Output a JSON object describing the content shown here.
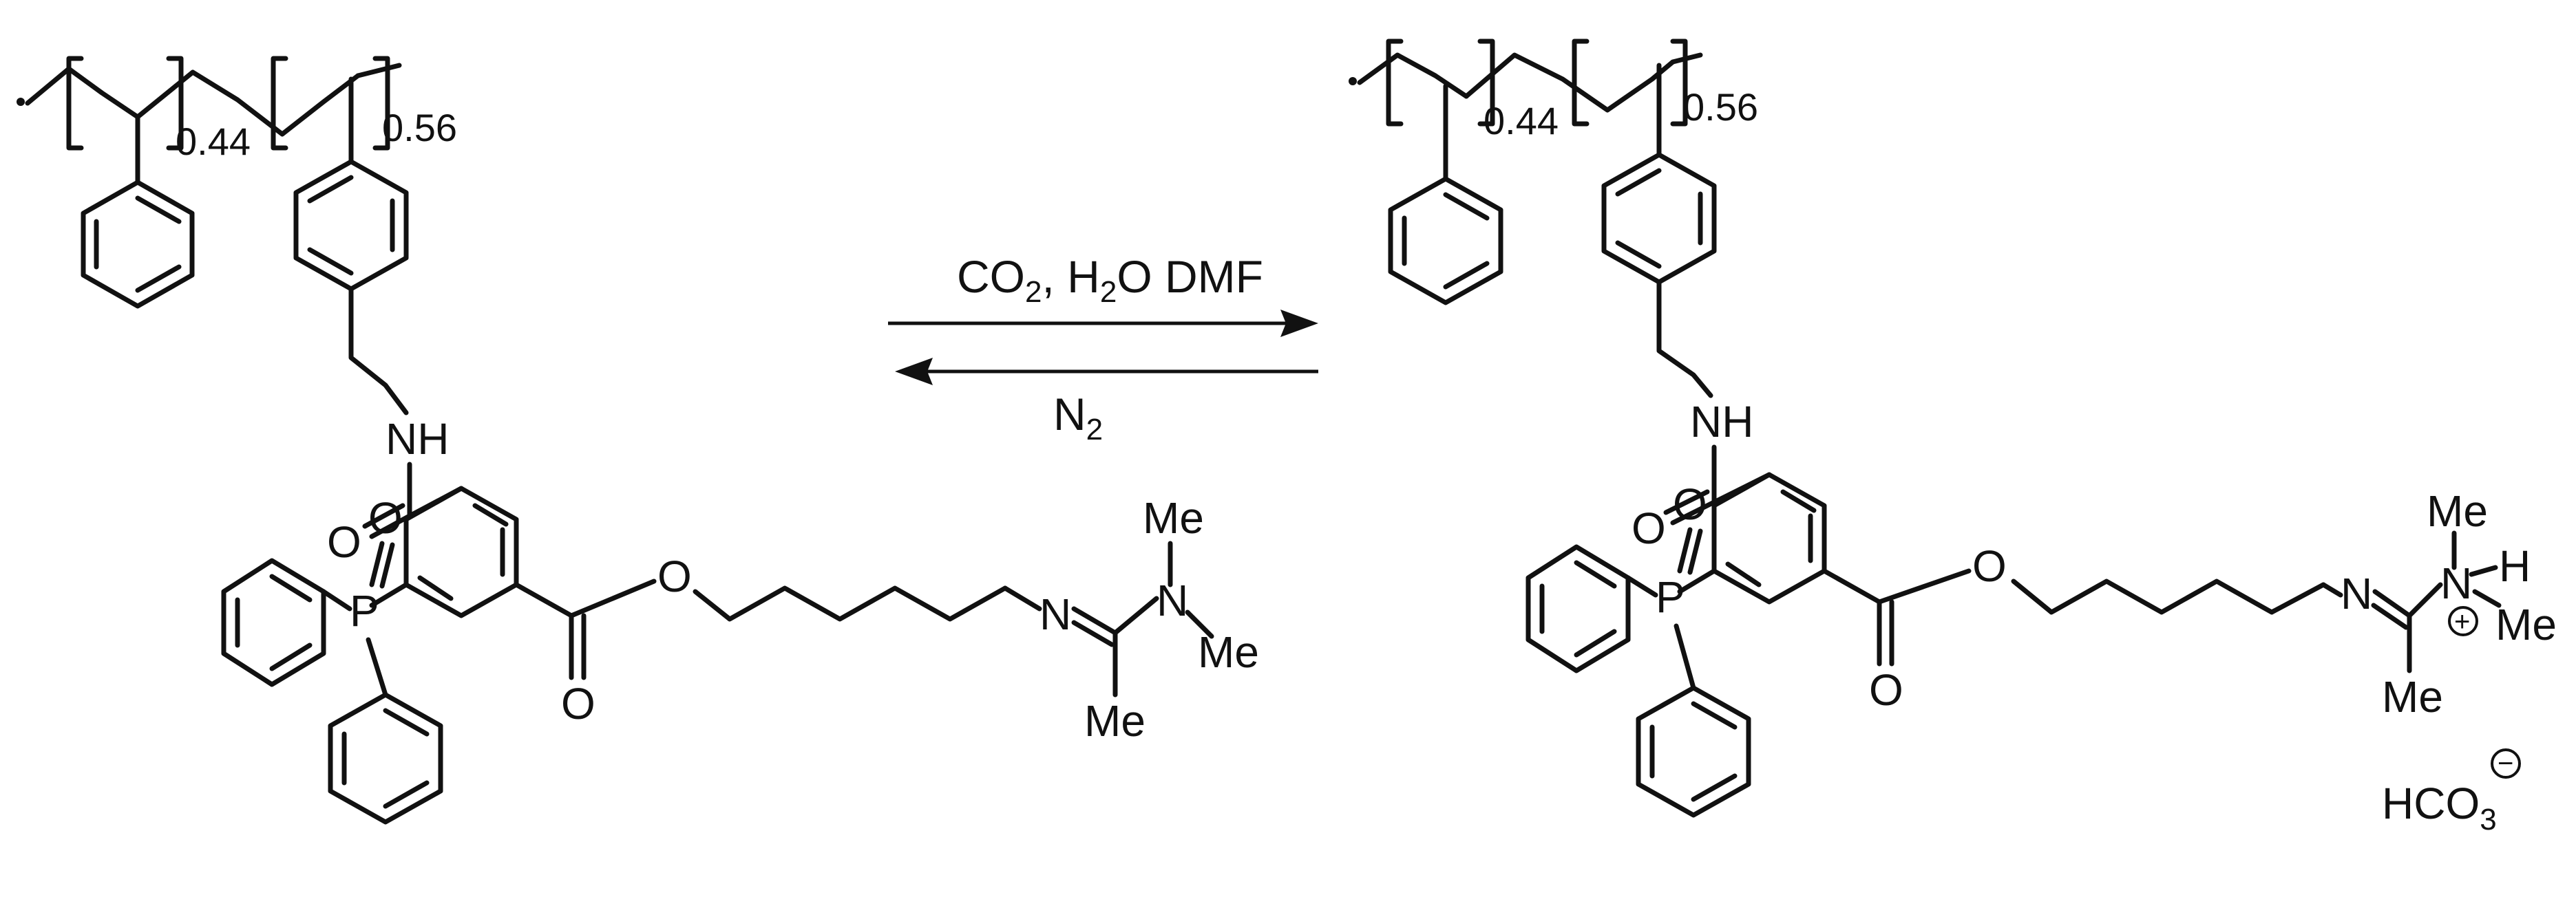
{
  "reactant": {
    "x1": "0.44",
    "x2": "0.56",
    "nh": "NH",
    "o_amide": "O",
    "o_phos": "O",
    "p": "P",
    "o_ester_c": "O",
    "o_ester_l": "O",
    "n_imine": "N",
    "n_amine": "N",
    "me_top": "Me",
    "me_right": "Me",
    "me_bottom": "Me"
  },
  "conditions": {
    "forward_main": "CO",
    "forward_sub": "2",
    "forward_mid": ", H",
    "forward_sub2": "2",
    "forward_end": "O DMF",
    "reverse_main": "N",
    "reverse_sub": "2"
  },
  "product": {
    "x1": "0.44",
    "x2": "0.56",
    "nh": "NH",
    "o_amide": "O",
    "o_phos": "O",
    "p": "P",
    "o_ester_c": "O",
    "o_ester_l": "O",
    "n_imine": "N",
    "n_amine": "N",
    "h": "H",
    "me_top": "Me",
    "me_right": "Me",
    "me_bottom": "Me",
    "plus": "+",
    "counterion_main": "HCO",
    "counterion_sub": "3",
    "minus": "−"
  }
}
